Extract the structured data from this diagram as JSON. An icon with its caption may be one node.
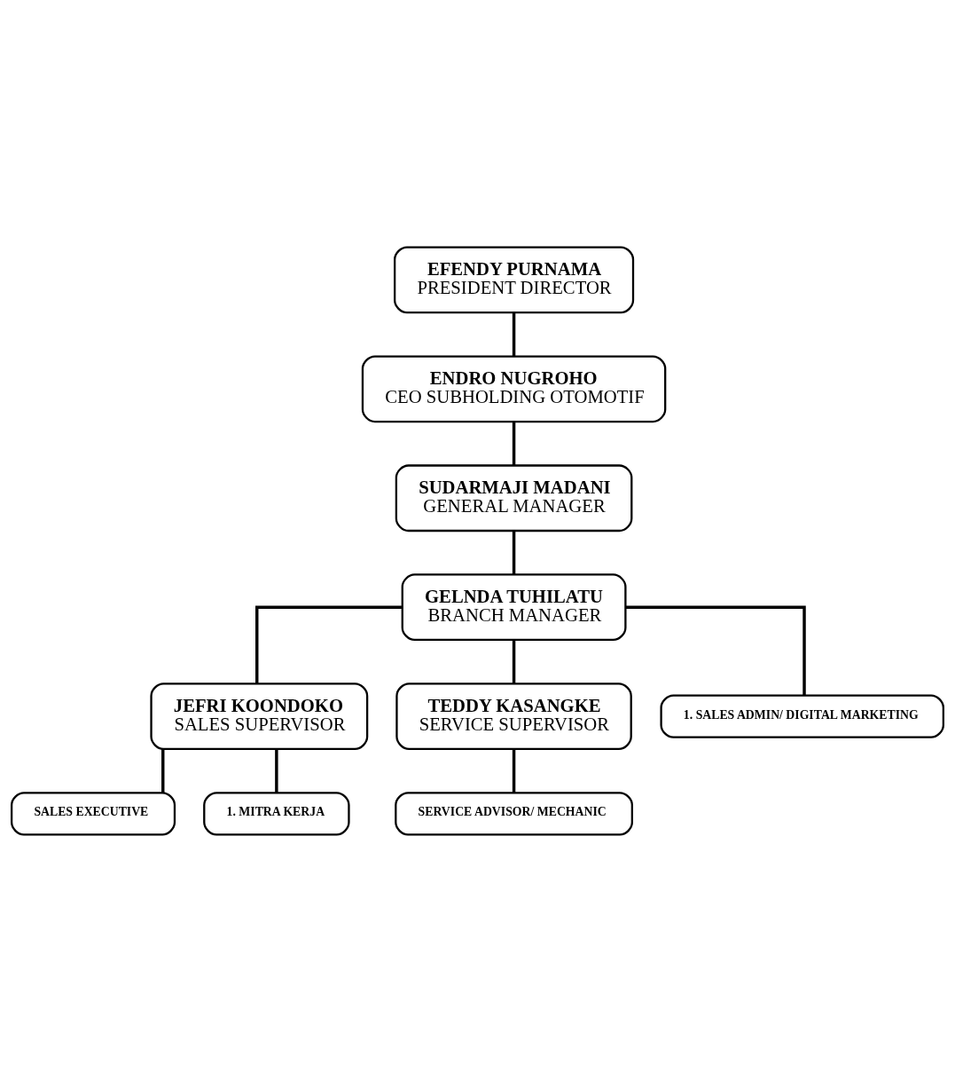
{
  "diagram": {
    "nodes": [
      {
        "text": [
          "EFENDY PURNAMA",
          "PRESIDENT DIRECTOR"
        ]
      },
      {
        "text": [
          "ENDRO NUGROHO",
          "CEO SUBHOLDING OTOMOTIF"
        ]
      },
      {
        "text": [
          "SUDARMAJI MADANI",
          "GENERAL MANAGER"
        ]
      },
      {
        "text": [
          "GELNDA TUHILATU",
          "BRANCH MANAGER"
        ]
      },
      {
        "text": [
          "JEFRI KOONDOKO",
          "SALES SUPERVISOR"
        ]
      },
      {
        "text": [
          "TEDDY KASANGKE",
          "SERVICE SUPERVISOR"
        ]
      },
      {
        "text": [
          "SALES EXECUTIVE"
        ]
      },
      {
        "text": [
          "1. MITRA KERJA"
        ]
      },
      {
        "text": [
          "SERVICE ADVISOR/ MECHANIC"
        ]
      },
      {
        "text": [
          "1. SALES ADMIN/ DIGITAL MARKETING"
        ]
      }
    ],
    "edges": [
      {
        "from": 0,
        "to": 1,
        "arrow": "none"
      },
      {
        "from": 1,
        "to": 2,
        "arrow": "none"
      },
      {
        "from": 2,
        "to": 3,
        "arrow": "none"
      },
      {
        "from": 3,
        "to": 4,
        "arrow": "none"
      },
      {
        "from": 3,
        "to": 5,
        "arrow": "none"
      },
      {
        "from": 3,
        "to": 9,
        "arrow": "none"
      },
      {
        "from": 4,
        "to": 6,
        "arrow": "none"
      },
      {
        "from": 4,
        "to": 7,
        "arrow": "none"
      },
      {
        "from": 5,
        "to": 8,
        "arrow": "none"
      }
    ]
  }
}
